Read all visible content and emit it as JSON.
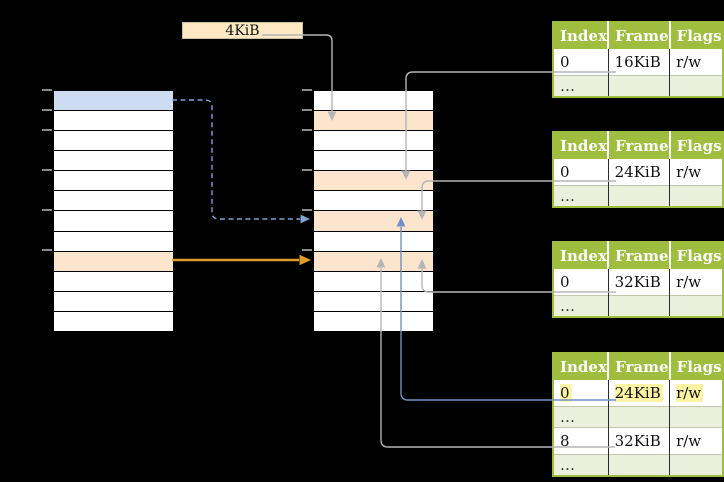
{
  "diagram": {
    "page_size_label": "4KiB",
    "virtual_memory": {
      "row_count": 12,
      "tick_count": 6,
      "rows": [
        "blue",
        "none",
        "none",
        "none",
        "none",
        "none",
        "none",
        "none",
        "orange",
        "none",
        "none",
        "none"
      ]
    },
    "physical_memory": {
      "row_count": 12,
      "tick_count": 6,
      "rows": [
        "none",
        "orange",
        "none",
        "none",
        "orange",
        "none",
        "orange",
        "none",
        "orange",
        "none",
        "none",
        "none"
      ]
    },
    "page_tables": [
      {
        "headers": [
          "Index",
          "Frame",
          "Flags"
        ],
        "rows": [
          {
            "style": "value",
            "highlighted": false,
            "cells": [
              "0",
              "16KiB",
              "r/w"
            ]
          },
          {
            "style": "dots",
            "highlighted": false,
            "cells": [
              "…",
              "",
              ""
            ]
          }
        ]
      },
      {
        "headers": [
          "Index",
          "Frame",
          "Flags"
        ],
        "rows": [
          {
            "style": "value",
            "highlighted": false,
            "cells": [
              "0",
              "24KiB",
              "r/w"
            ]
          },
          {
            "style": "dots",
            "highlighted": false,
            "cells": [
              "…",
              "",
              ""
            ]
          }
        ]
      },
      {
        "headers": [
          "Index",
          "Frame",
          "Flags"
        ],
        "rows": [
          {
            "style": "value",
            "highlighted": false,
            "cells": [
              "0",
              "32KiB",
              "r/w"
            ]
          },
          {
            "style": "dots",
            "highlighted": false,
            "cells": [
              "…",
              "",
              ""
            ]
          }
        ]
      },
      {
        "headers": [
          "Index",
          "Frame",
          "Flags"
        ],
        "rows": [
          {
            "style": "value",
            "highlighted": true,
            "cells": [
              "0",
              "24KiB",
              "r/w"
            ]
          },
          {
            "style": "dots",
            "highlighted": false,
            "cells": [
              "…",
              "",
              ""
            ]
          },
          {
            "style": "value",
            "highlighted": false,
            "cells": [
              "8",
              "32KiB",
              "r/w"
            ]
          },
          {
            "style": "dots",
            "highlighted": false,
            "cells": [
              "…",
              "",
              ""
            ]
          }
        ]
      }
    ]
  },
  "colors": {
    "bg": "#000000",
    "table_header_green": "#9fbe3f",
    "table_row_light_green": "#eaf0dc",
    "highlight_yellow": "#fdf4a6",
    "virtual_row_blue": "#cedcf2",
    "frame_row_orange": "#fce5cd",
    "label_box_cream": "#fce8c3",
    "arrow_gray": "#b5b5b5",
    "arrow_blue": "#7090c5",
    "arrow_blue_dashed": "#7fa3d6",
    "arrow_orange": "#dc9d2b"
  }
}
